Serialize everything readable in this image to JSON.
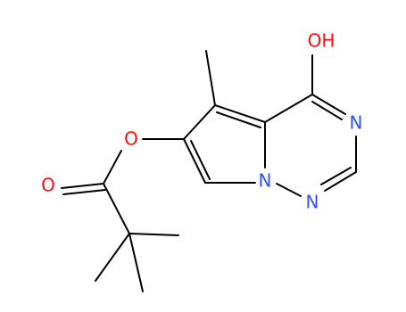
{
  "molecule": {
    "labels": {
      "hydroxyl": "OH",
      "ester_oxygen": "O",
      "carbonyl_oxygen": "O",
      "nitrogen_1": "N",
      "nitrogen_2": "N",
      "nitrogen_3": "N"
    },
    "colors": {
      "oxygen": "#ff0d0d",
      "nitrogen": "#3050f8",
      "bond": "#000000",
      "background": "#ffffff"
    }
  }
}
